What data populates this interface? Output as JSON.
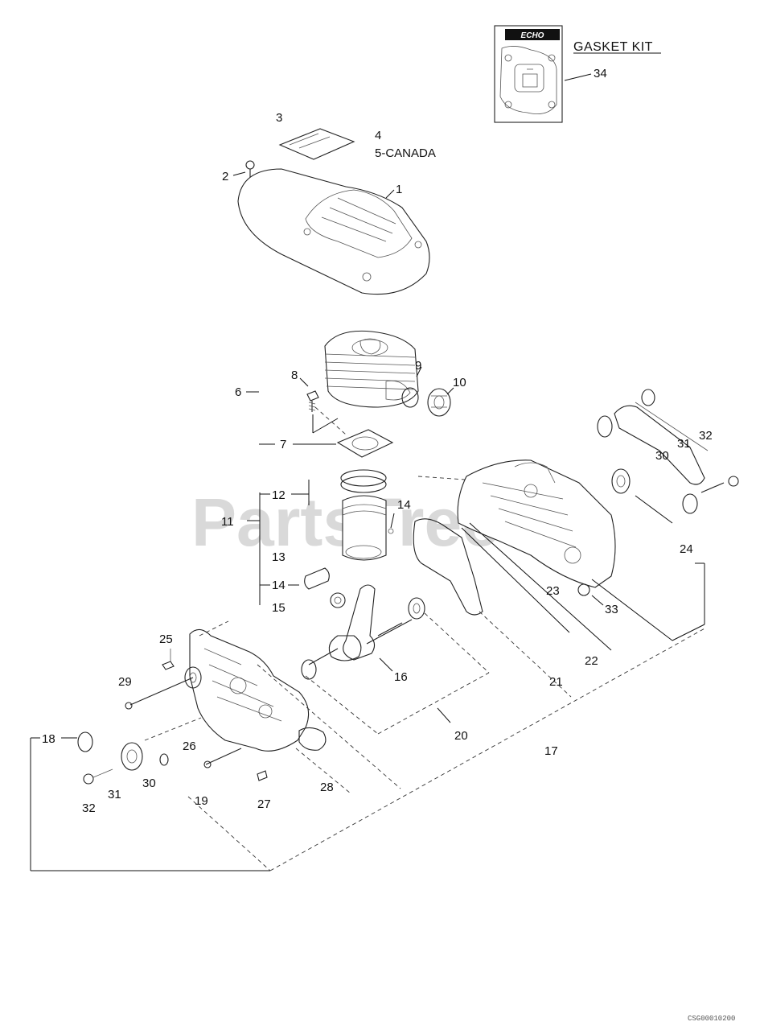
{
  "watermark": "PartsTree",
  "gasket_kit": {
    "title": "GASKET KIT",
    "brand": "ECHO",
    "ref": "34"
  },
  "canada_note": "5-CANADA",
  "footer_code": "CSG00010200",
  "labels": {
    "p1": "1",
    "p2": "2",
    "p3": "3",
    "p4": "4",
    "p6": "6",
    "p7": "7",
    "p8": "8",
    "p9": "9",
    "p10": "10",
    "p11": "11",
    "p12": "12",
    "p13": "13",
    "p14a": "14",
    "p14b": "14",
    "p15": "15",
    "p16": "16",
    "p17": "17",
    "p18": "18",
    "p19": "19",
    "p20": "20",
    "p21": "21",
    "p22": "22",
    "p23": "23",
    "p24": "24",
    "p25": "25",
    "p26": "26",
    "p27": "27",
    "p28": "28",
    "p29": "29",
    "p30a": "30",
    "p30b": "30",
    "p31a": "31",
    "p31b": "31",
    "p32a": "32",
    "p32b": "32",
    "p33": "33"
  }
}
